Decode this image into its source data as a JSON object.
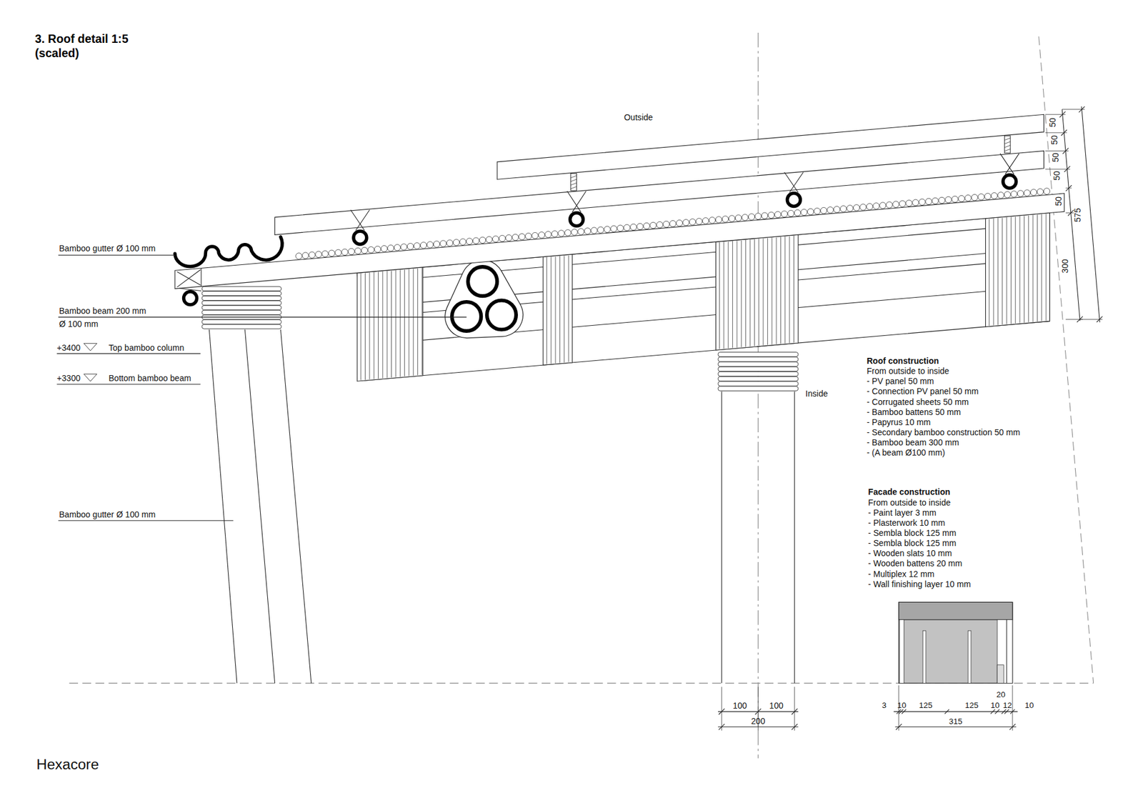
{
  "diagram": {
    "title": "3. Roof detail 1:5 (scaled)",
    "labels": [
      "Outside",
      "50",
      "50",
      "50",
      "50",
      "50",
      "575",
      "300",
      "Bamboo gutter Ø 100 mm",
      "Bamboo beam 200 mm",
      "Ø 100 mm",
      "+3400",
      "Top bamboo column",
      "+3300",
      "Bottom bamboo beam",
      "Inside",
      "Roof construction",
      "From outside to inside",
      "- PV panel 50 mm",
      "- Connection PV panel 50 mm",
      "- Corrugated sheets 50 mm",
      "- Bamboo battens 50 mm",
      "- Papyrus 10 mm",
      "- Secondary bamboo construction 50 mm",
      "- Bamboo beam 300 mm",
      "- (A beam Ø100 mm)",
      "Bamboo gutter Ø 100 mm",
      "Facade construction",
      "From outside to inside",
      "- Paint layer 3 mm",
      "- Plasterwork 10 mm",
      "- Sembla block 125 mm",
      "- Sembla block 125 mm",
      "- Wooden slats 10 mm",
      "- Wooden battens 20 mm",
      "- Multiplex 12 mm",
      "- Wall finishing layer 10 mm",
      "100",
      "100",
      "200",
      "20",
      "3",
      "10",
      "125",
      "125",
      "10",
      "12",
      "10",
      "315",
      "Hexacore"
    ]
  }
}
